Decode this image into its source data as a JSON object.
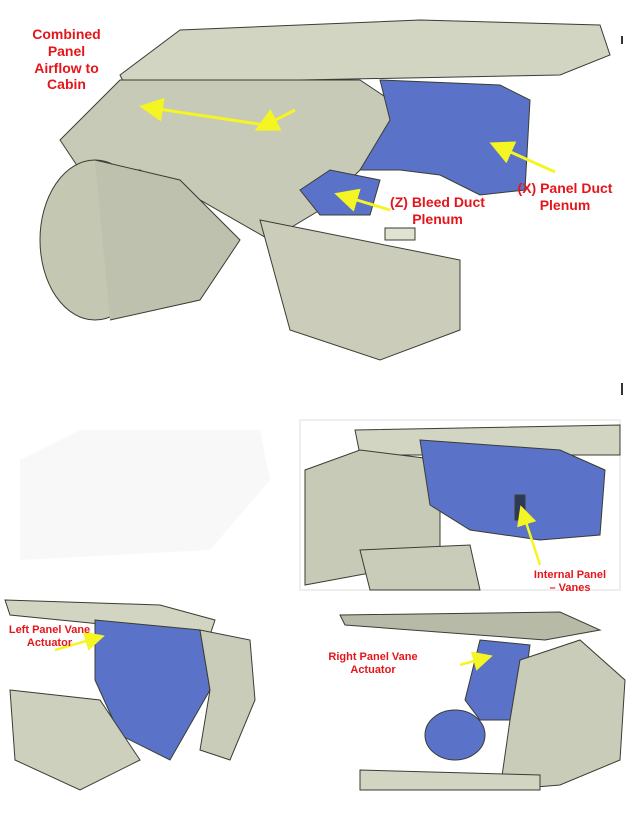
{
  "colors": {
    "label": "#e5161b",
    "arrow": "#f5f523",
    "shell": "#c9ccb8",
    "duct": "#5a72c8",
    "edge": "#3a3d33"
  },
  "main_view": {
    "labels": {
      "combined": [
        "Combined",
        "Panel",
        "Airflow to",
        "Cabin"
      ],
      "panel_duct": [
        "(X) Panel Duct",
        "Plenum"
      ],
      "bleed_duct": [
        "(Z) Bleed Duct",
        "Plenum"
      ]
    }
  },
  "detail_views": {
    "internal_vanes": [
      "Internal Panel",
      "– Vanes"
    ],
    "left_actuator": [
      "Left Panel Vane",
      "Actuator"
    ],
    "right_actuator": [
      "Right Panel Vane",
      "Actuator"
    ]
  }
}
